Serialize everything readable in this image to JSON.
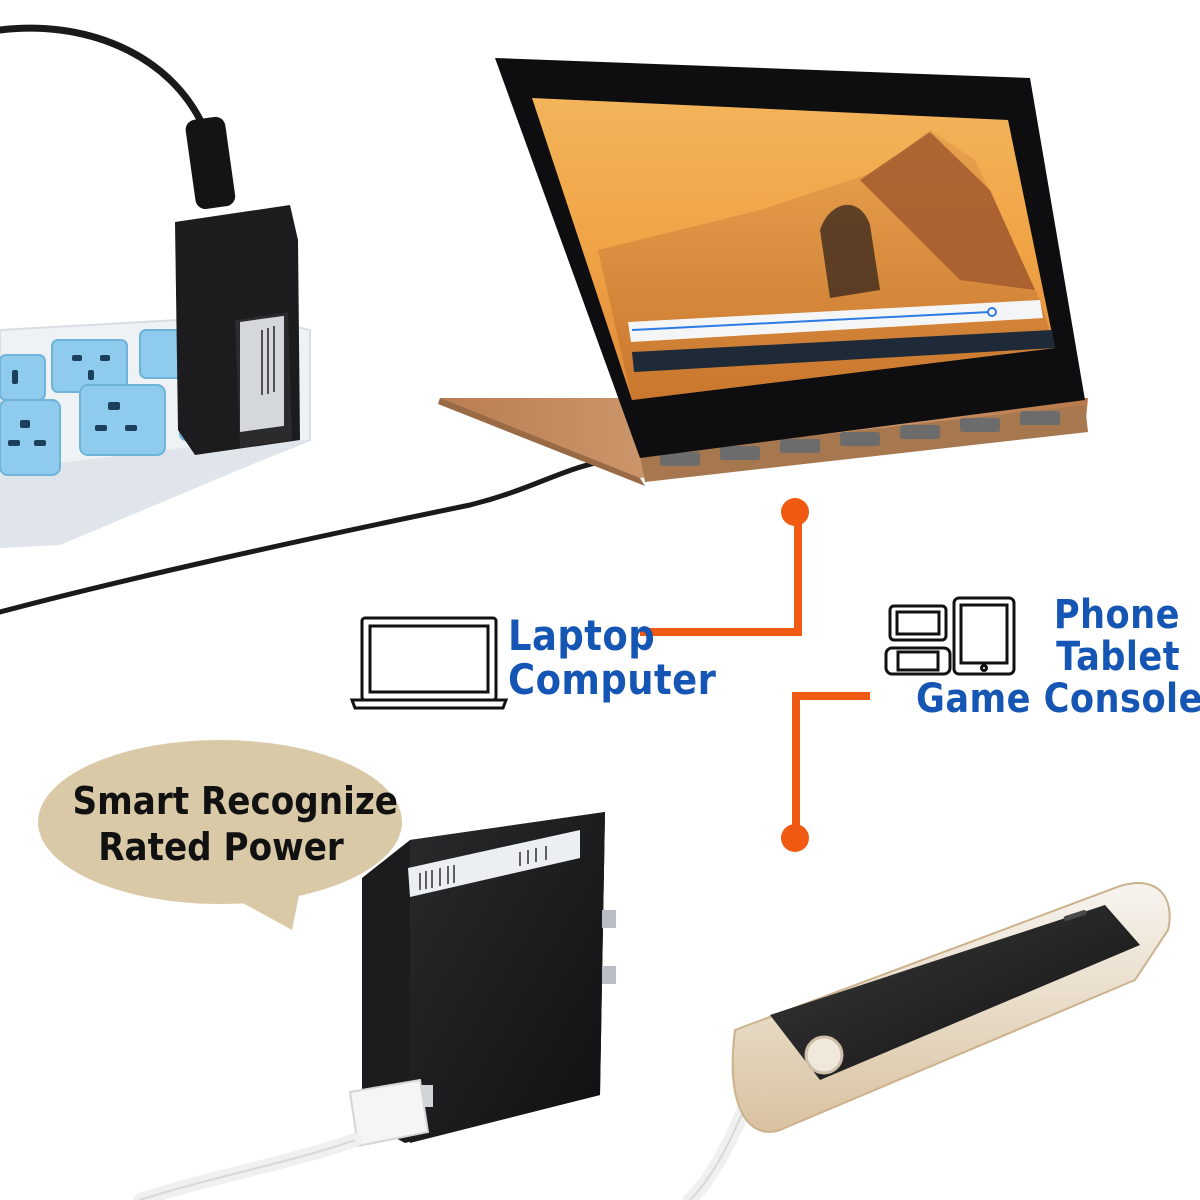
{
  "labels": {
    "laptop_line1": "Laptop",
    "laptop_line2": "Computer",
    "devices_line1": "Phone",
    "devices_line2": "Tablet",
    "devices_line3": "Game Console",
    "bubble_line1": "Smart Recognize",
    "bubble_line2": "Rated Power"
  },
  "icons": {
    "laptop": "laptop-outline-icon",
    "devices": [
      "phone-outline-icon",
      "tablet-outline-icon",
      "game-console-outline-icon"
    ]
  },
  "colors": {
    "label_blue": "#1556b4",
    "connector_orange": "#f05a12",
    "bubble_tan": "#d9c9a7",
    "adapter_black": "#1c1c1e",
    "power_strip": "#eef2f5",
    "socket_blue": "#8ecbec",
    "laptop_base_copper": "#c8946a",
    "phone_gold": "#e8cfae"
  }
}
